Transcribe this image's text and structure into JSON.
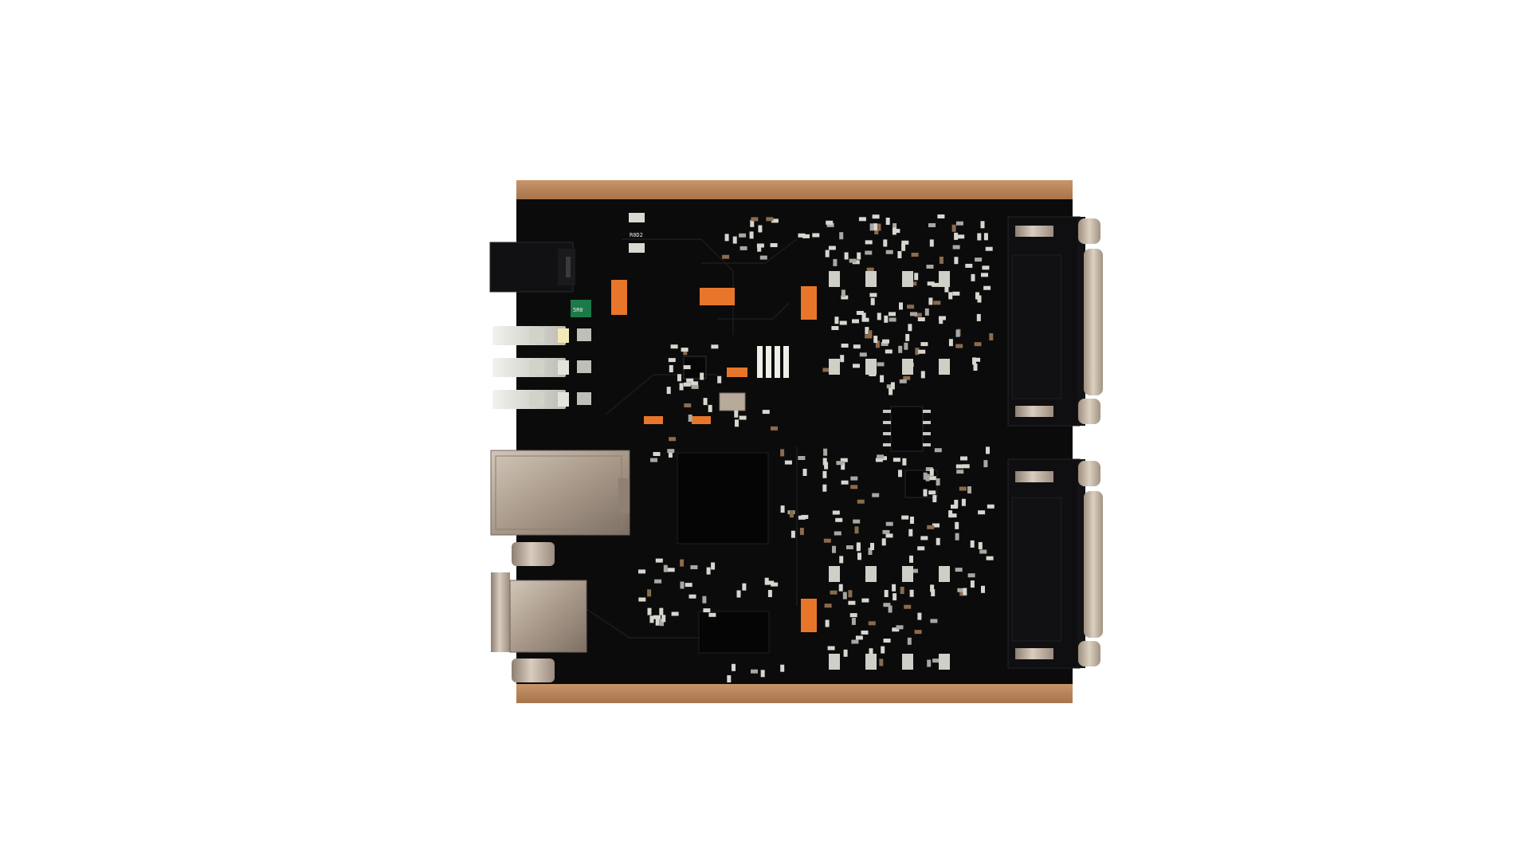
{
  "photo": {
    "background": "#ffffff",
    "board_color": "#0b0b0c",
    "edge_strip_color": "#b8875c",
    "metal_color": "#a99a89",
    "tantalum_color": "#e8762a",
    "led_color": "#d8d8d0",
    "led_lit_color": "#f3e9b5"
  },
  "labels": {
    "r1": "R0D2",
    "c1": "5R0"
  },
  "components": [
    "dc-power-jack",
    "status-leds",
    "ethernet-jack",
    "usb-b-connector",
    "main-processor",
    "serial-db-connector-top",
    "serial-db-connector-bottom"
  ]
}
